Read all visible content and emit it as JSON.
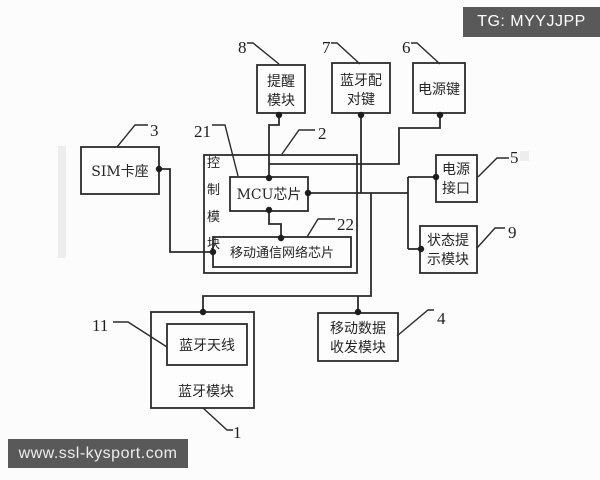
{
  "badge": {
    "text": "TG: MYYJJPP"
  },
  "watermark": {
    "text": "www.ssl-kysport.com"
  },
  "colors": {
    "ink": "#2b2b2b",
    "overlay_bg": "#595959",
    "paper": "#fcfcfc"
  },
  "blocks": {
    "reminder": {
      "ref": "8",
      "lines": [
        "提醒",
        "模块"
      ]
    },
    "bt_pair_key": {
      "ref": "7",
      "lines": [
        "蓝牙配",
        "对键"
      ]
    },
    "power_key": {
      "ref": "6",
      "lines": [
        "电源键"
      ]
    },
    "sim_holder": {
      "ref": "3",
      "lines": [
        "SIM卡座"
      ]
    },
    "control": {
      "ref": "2",
      "chars": [
        "控",
        "制",
        "模",
        "块"
      ]
    },
    "mcu": {
      "ref": "21",
      "lines": [
        "MCU芯片"
      ]
    },
    "mobile_net_chip": {
      "ref": "22",
      "lines": [
        "移动通信网络芯片"
      ]
    },
    "power_port": {
      "ref": "5",
      "lines": [
        "电源",
        "接口"
      ]
    },
    "status_module": {
      "ref": "9",
      "lines": [
        "状态提",
        "示模块"
      ]
    },
    "bt_module": {
      "ref": "1",
      "lines": [
        "蓝牙模块"
      ]
    },
    "bt_antenna": {
      "ref": "11",
      "lines": [
        "蓝牙天线"
      ]
    },
    "mobile_data": {
      "ref": "4",
      "lines": [
        "移动数据",
        "收发模块"
      ]
    }
  }
}
